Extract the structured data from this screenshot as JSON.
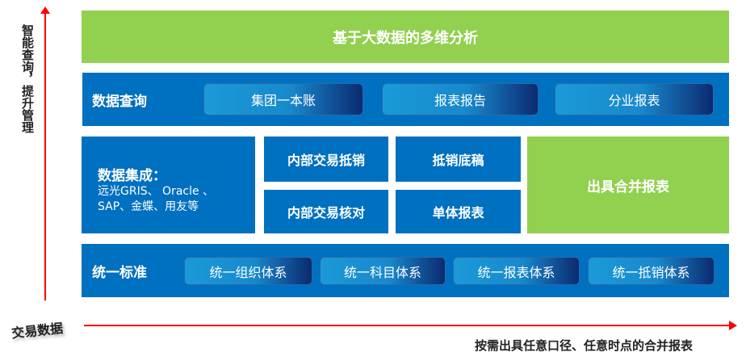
{
  "axes": {
    "y_label": "智能查询，提升管理",
    "x_start_label": "交易数据",
    "x_end_label": "按需出具任意口径、任意时点的合并报表",
    "arrow_color": "#ff0000"
  },
  "top": {
    "label": "基于大数据的多维分析"
  },
  "query": {
    "label": "数据查询",
    "items": [
      "集团一本账",
      "报表报告",
      "分业报表"
    ]
  },
  "integration": {
    "title": "数据集成：",
    "line1": "远光GRIS、 Oracle 、",
    "line2": "SAP、金蝶、用友等",
    "cells": [
      "内部交易抵销",
      "抵销底稿",
      "内部交易核对",
      "单体报表"
    ],
    "output": "出具合并报表"
  },
  "standard": {
    "label": "统一标准",
    "items": [
      "统一组织体系",
      "统一科目体系",
      "统一报表体系",
      "统一抵销体系"
    ]
  },
  "colors": {
    "green": "#92d050",
    "blue": "#0070c0"
  }
}
